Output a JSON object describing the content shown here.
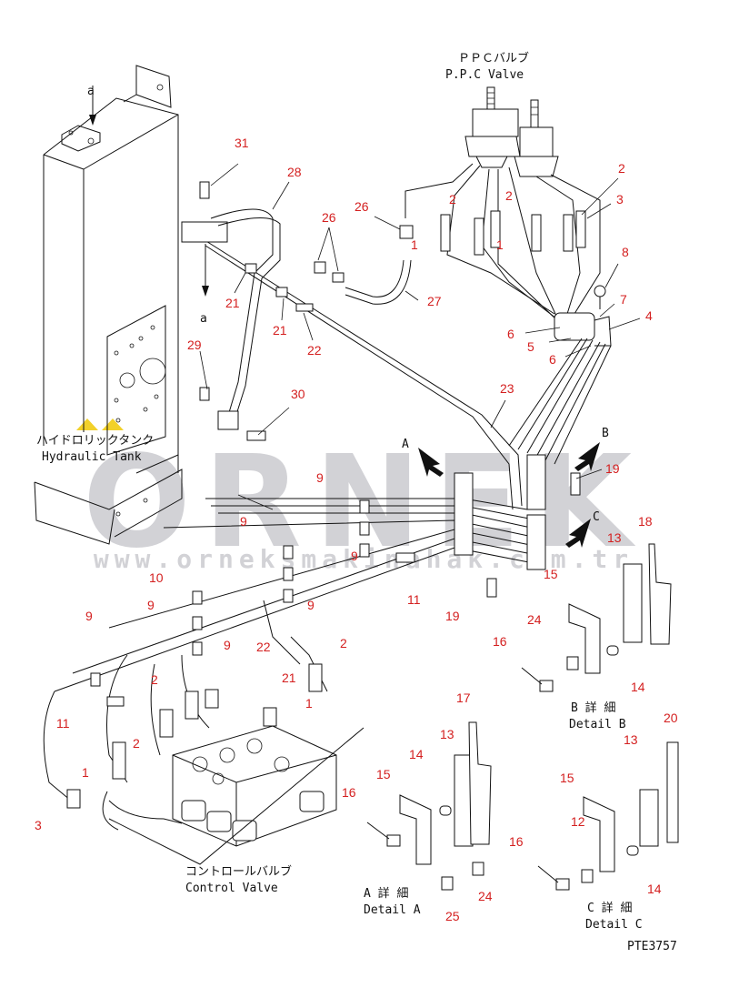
{
  "watermark": {
    "brand": "ORNEK",
    "url": "www.orneksmakinahak.com.tr",
    "accent_color": "#f2d12a",
    "text_color": "#d2d2d6"
  },
  "labels": {
    "ppc_jp": "ＰＰＣバルブ",
    "ppc_en": "P.P.C Valve",
    "tank_jp": "ハイドロリックタンク",
    "tank_en": "Hydraulic Tank",
    "control_jp": "コントロールバルブ",
    "control_en": "Control Valve",
    "detail_a_jp": "A 詳 細",
    "detail_a_en": "Detail A",
    "detail_b_jp": "B 詳 細",
    "detail_b_en": "Detail B",
    "detail_c_jp": "C 詳 細",
    "detail_c_en": "Detail C",
    "view_a": "A",
    "view_b": "B",
    "view_c": "C",
    "ref_a_top": "a",
    "ref_a_mid": "a",
    "drawing_no": "PTE3757"
  },
  "part_numbers": {
    "n31": "31",
    "n28": "28",
    "n26a": "26",
    "n26b": "26",
    "n27": "27",
    "n21a": "21",
    "n21b": "21",
    "n22a": "22",
    "n29": "29",
    "n30": "30",
    "n2a": "2",
    "n2b": "2",
    "n2c": "2",
    "n3a": "3",
    "n1a": "1",
    "n1b": "1",
    "n8": "8",
    "n7": "7",
    "n4": "4",
    "n6a": "6",
    "n5": "5",
    "n6b": "6",
    "n23": "23",
    "n19a": "19",
    "n9a": "9",
    "n9b": "9",
    "n9c": "9",
    "n9d": "9",
    "n9e": "9",
    "n9f": "9",
    "n9g": "9",
    "n10": "10",
    "n11a": "11",
    "n11b": "11",
    "n13a": "13",
    "n18": "18",
    "n15a": "15",
    "n19b": "19",
    "n24a": "24",
    "n16a": "16",
    "n14a": "14",
    "n22b": "22",
    "n21c": "21",
    "n2d": "2",
    "n2e": "2",
    "n2f": "2",
    "n1c": "1",
    "n1d": "1",
    "n3b": "3",
    "n16b": "16",
    "n17": "17",
    "n13b": "13",
    "n14b": "14",
    "n15b": "15",
    "n13c": "13",
    "n20": "20",
    "n15c": "15",
    "n12": "12",
    "n16c": "16",
    "n14c": "14",
    "n24b": "24",
    "n25": "25"
  }
}
